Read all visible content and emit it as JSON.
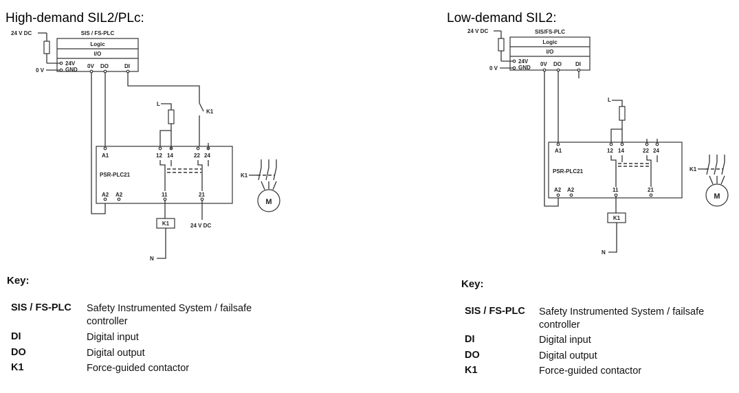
{
  "left": {
    "title": "High-demand SIL2/PLc:",
    "supply": "24 V DC",
    "zero_v": "0 V",
    "controller": "SIS / FS-PLC",
    "logic": "Logic",
    "io": "I/O",
    "term_24v": "24V",
    "term_gnd": "GND",
    "term_0v": "0V",
    "term_do": "DO",
    "term_di": "DI",
    "line_l": "L",
    "contact_k1": "K1",
    "relay": "PSR-PLC21",
    "a1": "A1",
    "a2": "A2",
    "a2b": "A2",
    "t12": "12",
    "t14": "14",
    "t22": "22",
    "t24": "24",
    "t11": "11",
    "t21": "21",
    "coil": "K1",
    "supply_out": "24 V DC",
    "neutral": "N",
    "motor_k1": "K1",
    "motor": "M"
  },
  "right": {
    "title": "Low-demand SIL2:",
    "supply": "24 V DC",
    "zero_v": "0 V",
    "controller": "SIS/FS-PLC",
    "logic": "Logic",
    "io": "I/O",
    "term_24v": "24V",
    "term_gnd": "GND",
    "term_0v": "0V",
    "term_do": "DO",
    "term_di": "DI",
    "line_l": "L",
    "relay": "PSR-PLC21",
    "a1": "A1",
    "a2": "A2",
    "a2b": "A2",
    "t12": "12",
    "t14": "14",
    "t22": "22",
    "t24": "24",
    "t11": "11",
    "t21": "21",
    "coil": "K1",
    "neutral": "N",
    "motor_k1": "K1",
    "motor": "M"
  },
  "key": {
    "title": "Key:",
    "items": [
      {
        "term": "SIS / FS-PLC",
        "def": "Safety Instrumented System / failsafe controller"
      },
      {
        "term": "DI",
        "def": "Digital input"
      },
      {
        "term": "DO",
        "def": "Digital output"
      },
      {
        "term": "K1",
        "def": "Force-guided contactor"
      }
    ]
  }
}
